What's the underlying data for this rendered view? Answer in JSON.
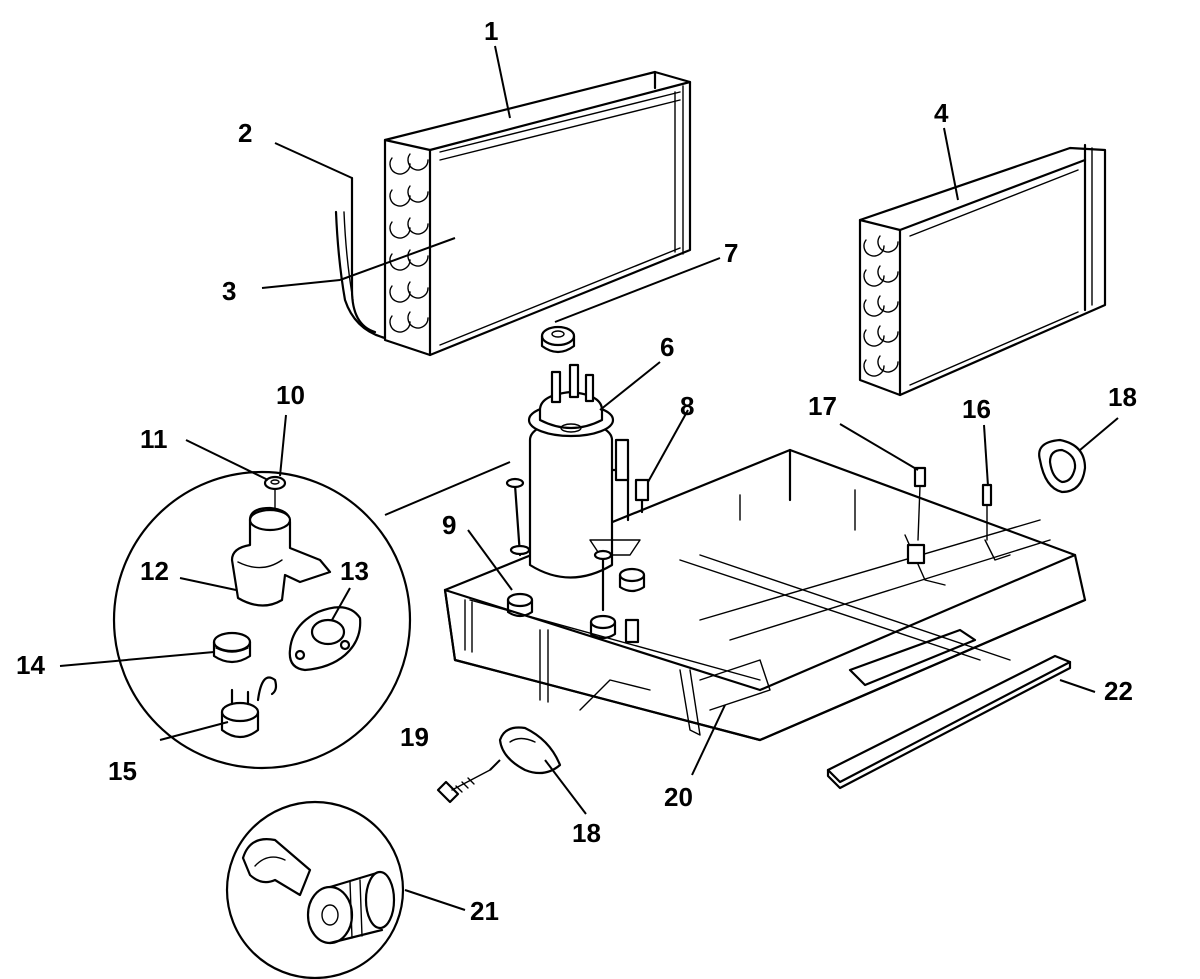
{
  "callouts": [
    {
      "id": "c1",
      "label": "1"
    },
    {
      "id": "c2",
      "label": "2"
    },
    {
      "id": "c3",
      "label": "3"
    },
    {
      "id": "c4",
      "label": "4"
    },
    {
      "id": "c6",
      "label": "6"
    },
    {
      "id": "c7",
      "label": "7"
    },
    {
      "id": "c8",
      "label": "8"
    },
    {
      "id": "c9",
      "label": "9"
    },
    {
      "id": "c10",
      "label": "10"
    },
    {
      "id": "c11",
      "label": "11"
    },
    {
      "id": "c12",
      "label": "12"
    },
    {
      "id": "c13",
      "label": "13"
    },
    {
      "id": "c14",
      "label": "14"
    },
    {
      "id": "c15",
      "label": "15"
    },
    {
      "id": "c16",
      "label": "16"
    },
    {
      "id": "c17",
      "label": "17"
    },
    {
      "id": "c18a",
      "label": "18"
    },
    {
      "id": "c18b",
      "label": "18"
    },
    {
      "id": "c19",
      "label": "19"
    },
    {
      "id": "c20",
      "label": "20"
    },
    {
      "id": "c21",
      "label": "21"
    },
    {
      "id": "c22",
      "label": "22"
    }
  ]
}
